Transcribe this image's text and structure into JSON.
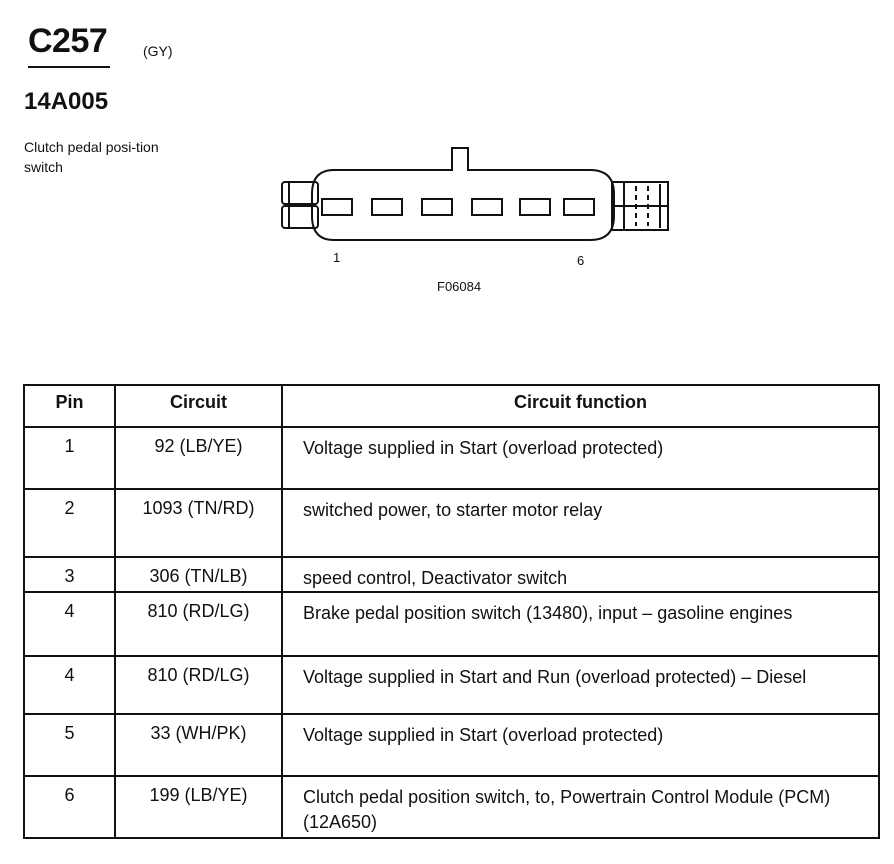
{
  "header": {
    "connector_id": "C257",
    "connector_color": "(GY)",
    "part_number": "14A005",
    "description": "Clutch pedal posi-tion switch"
  },
  "diagram": {
    "pin_label_first": "1",
    "pin_label_last": "6",
    "figure_id": "F06084"
  },
  "table": {
    "headers": [
      "Pin",
      "Circuit",
      "Circuit function"
    ],
    "rows": [
      {
        "pin": "1",
        "circuit": "92 (LB/YE)",
        "function": "Voltage supplied in Start (overload protected)"
      },
      {
        "pin": "2",
        "circuit": "1093 (TN/RD)",
        "function": "switched power, to starter motor relay"
      },
      {
        "pin": "3",
        "circuit": "306 (TN/LB)",
        "function": "speed control, Deactivator switch"
      },
      {
        "pin": "4",
        "circuit": "810 (RD/LG)",
        "function": "Brake pedal position switch (13480), input – gasoline engines"
      },
      {
        "pin": "4",
        "circuit": "810 (RD/LG)",
        "function": "Voltage supplied in Start and Run (overload protected) – Diesel"
      },
      {
        "pin": "5",
        "circuit": "33 (WH/PK)",
        "function": "Voltage supplied in Start (overload protected)"
      },
      {
        "pin": "6",
        "circuit": "199 (LB/YE)",
        "function": "Clutch pedal position switch, to, Powertrain Control Module (PCM) (12A650)"
      }
    ]
  }
}
